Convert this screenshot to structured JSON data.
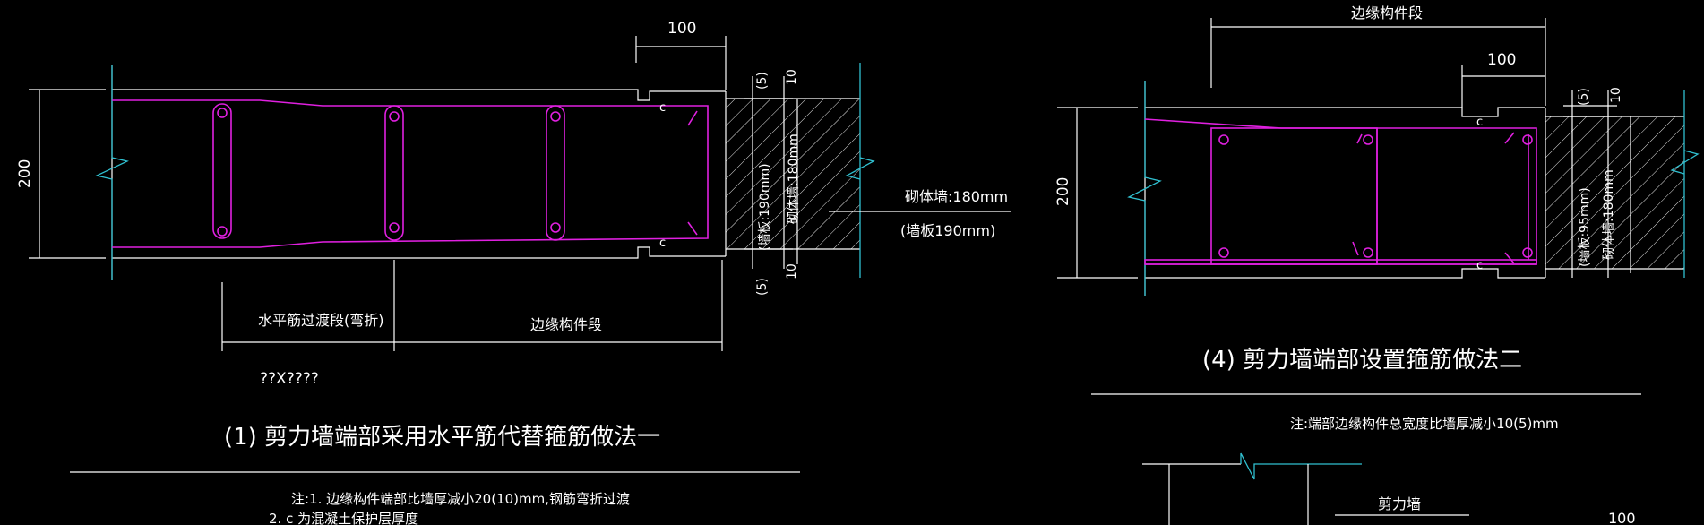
{
  "detail1": {
    "dim_100": "100",
    "dim_200": "200",
    "dim_5_top": "(5)",
    "dim_10_top": "10",
    "dim_5_bottom": "(5)",
    "dim_10_bottom": "10",
    "cover_mark": "c",
    "masonry_label": "砌体墙:180mm",
    "masonry_vertical": "砌体墙:180mm",
    "wallboard_label": "(墙板190mm)",
    "wallboard_vertical": "(墙板:190mm)",
    "transition_label": "水平筋过渡段(弯折)",
    "edge_segment_label": "边缘构件段",
    "garbled_text": "??X????",
    "title": "(1)  剪力墙端部采用水平筋代替箍筋做法一",
    "note_line1": "注:1. 边缘构件端部比墙厚减小20(10)mm,钢筋弯折过渡",
    "note_line2": "2. c 为混凝土保护层厚度"
  },
  "detail4": {
    "edge_segment_label": "边缘构件段",
    "dim_100": "100",
    "dim_200": "200",
    "dim_5": "(5)",
    "dim_10": "10",
    "cover_mark": "c",
    "masonry_vertical": "砌体墙:180mm",
    "wallboard_vertical": "(墙板:95mm)",
    "title": "(4)  剪力墙端部设置箍筋做法二",
    "note": "注:端部边缘构件总宽度比墙厚减小10(5)mm"
  },
  "detail_partial": {
    "shear_wall_label": "剪力墙",
    "dim_100": "100"
  },
  "colors": {
    "background": "#000000",
    "lines": "#ffffff",
    "rebar": "#e020e0",
    "wall": "#30c0d0"
  }
}
